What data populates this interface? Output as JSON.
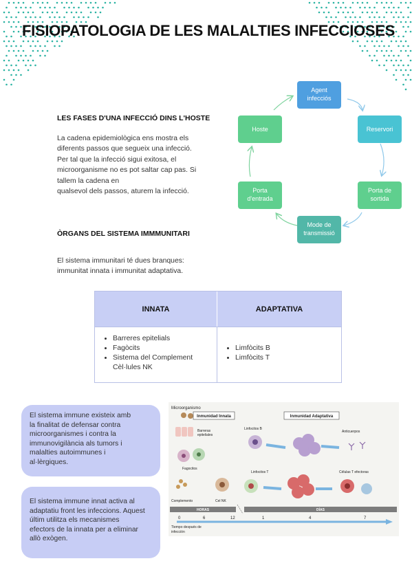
{
  "title": "FISIOPATOLOGIA DE LES MALALTIES INFECCIOSES",
  "section1": {
    "heading": "LES FASES D'UNA INFECCIÓ DINS L'HOSTE",
    "lines": [
      "La cadena epidemiològica ens mostra els",
      "diferents passos que segueix una infecció.",
      "Per tal que la infecció sigui exitosa, el",
      "microorganisme no es pot saltar cap pas. Si",
      "tallem la cadena en",
      "qualsevol dels passos, aturem la infecció."
    ]
  },
  "cycle": {
    "nodes": {
      "agent": [
        "Agent",
        "infecciós"
      ],
      "reservori": [
        "Reservori"
      ],
      "porta_sortida": [
        "Porta de",
        "sortida"
      ],
      "mode": [
        "Mode de",
        "transmissió"
      ],
      "porta_entrada": [
        "Porta",
        "d'entrada"
      ],
      "hoste": [
        "Hoste"
      ]
    },
    "colors": {
      "blue": "#4f9fe0",
      "teal": "#49c3d3",
      "green": "#5fcf8e",
      "mid": "#52b7a8",
      "arrow": "#8ec8ea",
      "arrowGreen": "#7ed39e"
    }
  },
  "section2": {
    "heading": "ÒRGANS DEL SISTEMA IMMMUNITARI",
    "lines": [
      "El sistema immunitari té dues branques:",
      "immunitat innata i immunitat adaptativa."
    ]
  },
  "table": {
    "col1": "INNATA",
    "col2": "ADAPTATIVA",
    "innata": [
      "Barreres epitelials",
      "Fagòcits",
      "Sistema del Complement",
      "Cèl·lules NK"
    ],
    "adaptativa": [
      "Limfòcits B",
      "Limfòcits T"
    ]
  },
  "box1": {
    "lines": [
      "El sistema immune existeix amb",
      "la finalitat de defensar contra",
      "microorganismes i contra la",
      "immunovigilància als tumors i",
      "malalties autoimmunes i",
      "al·lèrgiques."
    ]
  },
  "box2": {
    "lines": [
      "El sistema immune innat activa al",
      "adaptatiu front les infeccions. Aquest",
      "últim utilitza els mecanismes",
      "efectors de la innata per a eliminar",
      "allò exògen."
    ]
  },
  "figure": {
    "microorganismo": "Microorganismo",
    "innata_title": "Inmunidad Innata",
    "adaptativa_title": "Inmunidad Adaptativa",
    "barreras": [
      "Barreras",
      "epiteliales"
    ],
    "fagocitos": "Fagocitos",
    "complemento": "Complemento",
    "celnk": "Cel NK",
    "linfocitos_b": "Linfocitos B",
    "anticuerpos": "Anticuerpos",
    "linfocitos_t": "Linfocitos T",
    "celulas_t": "Células T efectoras",
    "horas": "HORAS",
    "dias": "DÍAS",
    "ticks": [
      "0",
      "6",
      "12",
      "1",
      "4",
      "7"
    ],
    "tiempo": [
      "Tiempo después de",
      "infección"
    ]
  }
}
